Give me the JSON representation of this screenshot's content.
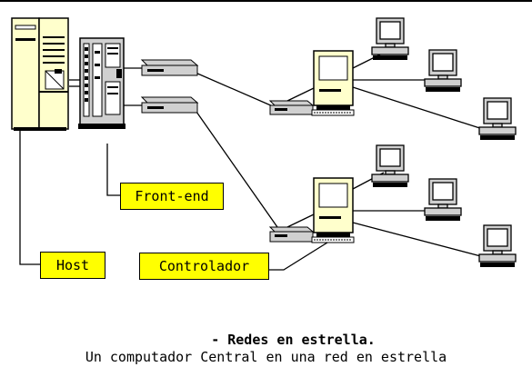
{
  "colors": {
    "label_bg": "#ffff00",
    "device_fill": "#ffffcc",
    "gray_fill": "#d0d0d0",
    "dark": "#000000"
  },
  "labels": {
    "frontend": "Front-end",
    "host": "Host",
    "controlador": "Controlador"
  },
  "caption": {
    "title": "- Redes en estrella.",
    "subtitle": "Un computador Central en una red en estrella"
  },
  "icons": [
    "host-mainframe-icon",
    "frontend-processor-icon",
    "modem-icon",
    "controller-computer-icon",
    "terminal-icon"
  ]
}
